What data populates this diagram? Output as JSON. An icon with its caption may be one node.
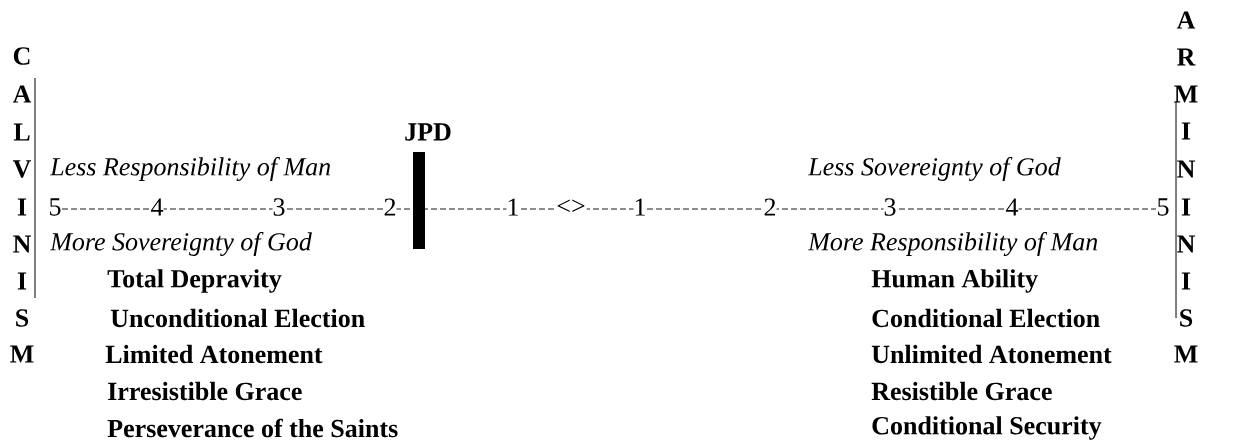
{
  "diagram": {
    "labels": [
      "C",
      "A",
      "L",
      "V",
      "I",
      "N",
      "I",
      "S",
      "M",
      "A",
      "R",
      "M",
      "I",
      "N",
      "I",
      "N",
      "I",
      "S",
      "M",
      "JPD",
      "Less Responsibility of Man",
      "Less Sovereignty of God",
      "5",
      "4",
      "3",
      "2",
      "1",
      "<>",
      "1",
      "2",
      "3",
      "4",
      "5",
      "More Sovereignty of God",
      "More Responsibility of Man",
      "Total Depravity",
      "Human Ability",
      "Unconditional Election",
      "Conditional Election",
      "Limited Atonement",
      "Unlimited Atonement",
      "Irresistible Grace",
      "Resistible Grace",
      "Perseverance of the Saints",
      "Conditional Security"
    ]
  }
}
